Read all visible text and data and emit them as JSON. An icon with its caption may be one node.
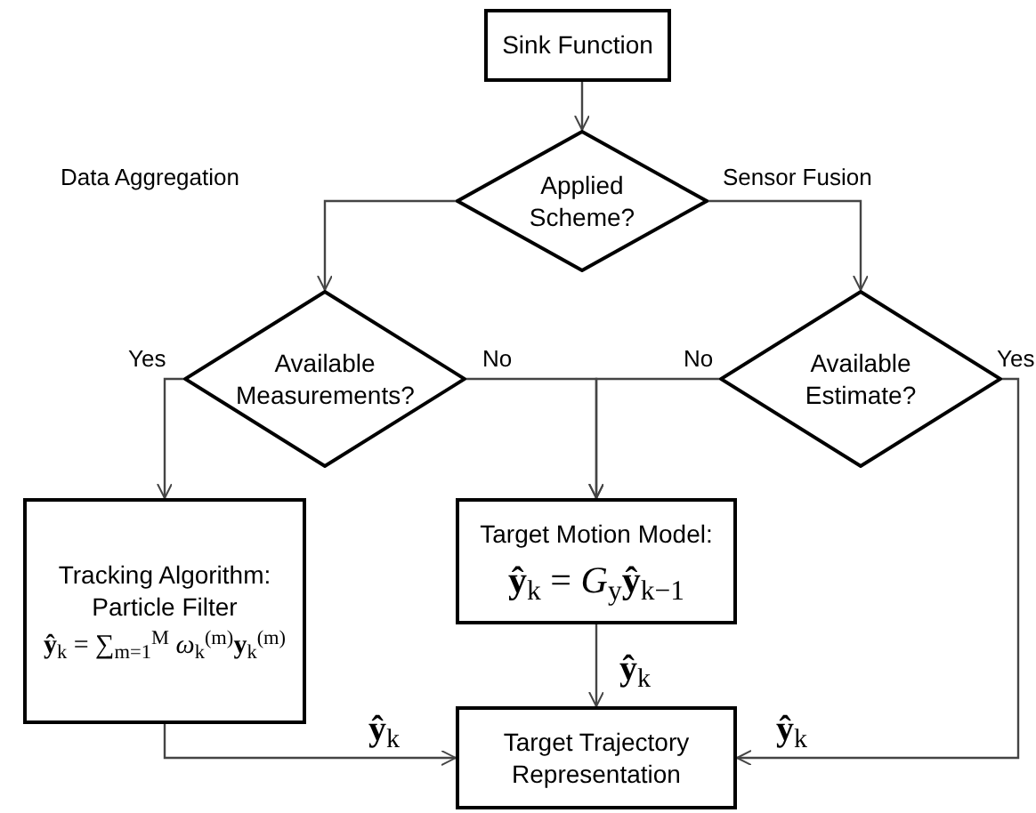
{
  "diagram": {
    "nodes": [
      {
        "text": [
          "Sink Function"
        ]
      },
      {
        "text": [
          "Applied Scheme?"
        ]
      },
      {
        "text": [
          "Available Measurements?"
        ]
      },
      {
        "text": [
          "Available Estimate?"
        ]
      },
      {
        "text": [
          "Tracking Algorithm: Particle Filter",
          "**ŷ**$_{k}$ = ∑$_{m=1}$$^{M}$ *ω*$_{k}$$^{(m)}$**y**$_{k}$$^{(m)}$"
        ]
      },
      {
        "text": [
          "Target Motion Model:",
          "**ŷ**$_{k}$ = *G*$_{y}$**ŷ**$_{k−1}$"
        ]
      },
      {
        "text": [
          "Target Trajectory Representation"
        ]
      }
    ],
    "edges": [
      {
        "from": 0,
        "to": 1,
        "arrow": "to"
      },
      {
        "from": 1,
        "to": 2,
        "arrow": "to",
        "label": "Data Aggregation"
      },
      {
        "from": 1,
        "to": 3,
        "arrow": "to",
        "label": "Sensor Fusion"
      },
      {
        "from": 2,
        "to": 4,
        "arrow": "to",
        "label": "Yes"
      },
      {
        "from": 2,
        "to": 5,
        "arrow": "to",
        "label": "No"
      },
      {
        "from": 3,
        "to": 5,
        "arrow": "to",
        "label": "No"
      },
      {
        "from": 3,
        "to": 6,
        "arrow": "to",
        "label": "Yes"
      },
      {
        "from": 4,
        "to": 6,
        "arrow": "to",
        "label": "**ŷ**$_{k}$"
      },
      {
        "from": 5,
        "to": 6,
        "arrow": "to",
        "label": "**ŷ**$_{k}$"
      }
    ],
    "labels": [
      "**ŷ**$_{k}$"
    ]
  }
}
